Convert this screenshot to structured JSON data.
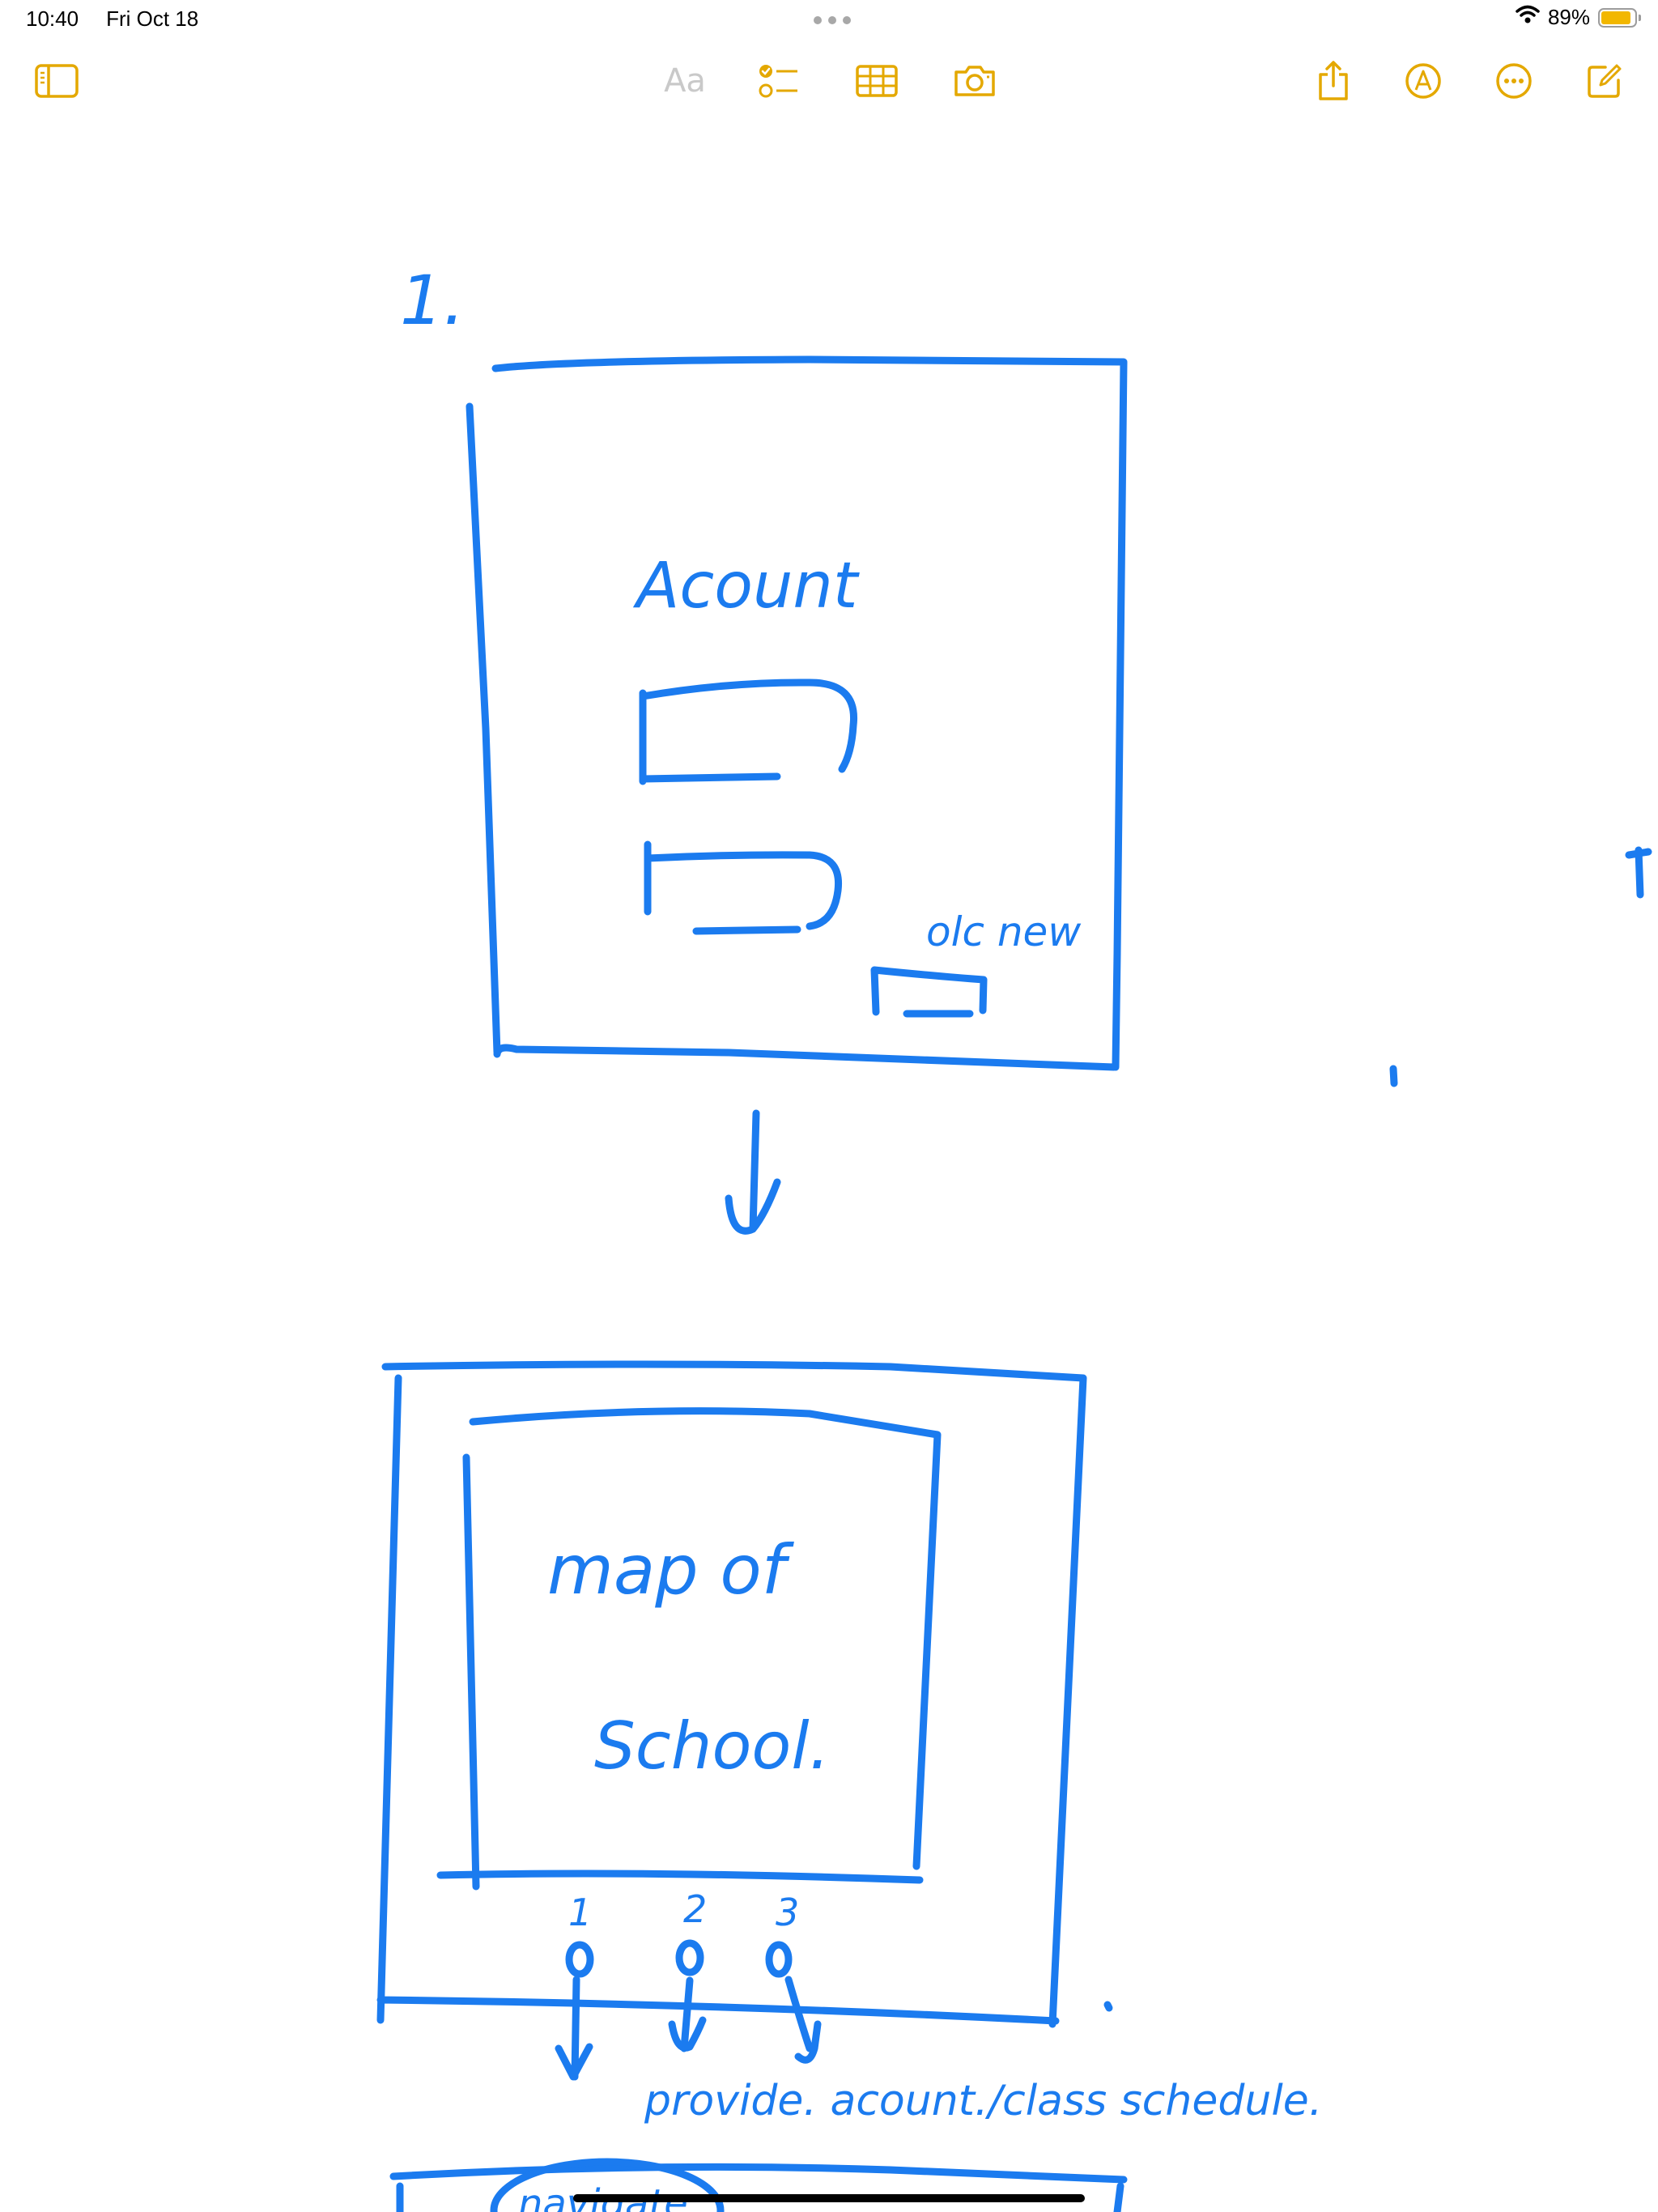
{
  "status_bar": {
    "time": "10:40",
    "date": "Fri Oct 18",
    "battery_percent": "89%",
    "battery_level": 0.89
  },
  "toolbar": {
    "format_label": "Aa",
    "icons": {
      "sidebar": "sidebar-icon",
      "checklist": "checklist-icon",
      "table": "table-icon",
      "camera": "camera-icon",
      "share": "share-icon",
      "markup": "markup-pen-icon",
      "more": "more-icon",
      "compose": "compose-icon"
    }
  },
  "sketch": {
    "step_number": "1.",
    "screen1": {
      "title": "Acount",
      "button_label": "olc new"
    },
    "screen2": {
      "map_line1": "map of",
      "map_line2": "School.",
      "markers": [
        "1",
        "2",
        "3"
      ],
      "caption": "provide. acount./class schedule.",
      "bottom_partial": "navigate"
    }
  },
  "colors": {
    "accent": "#e4a800",
    "ink": "#1b7bef",
    "battery": "#f2b700"
  }
}
